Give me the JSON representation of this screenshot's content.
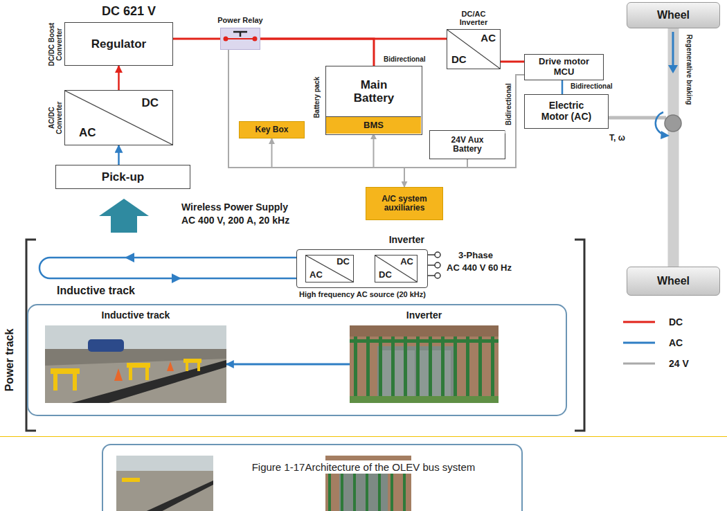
{
  "diagram": {
    "caption": "Figure 1-17Architecture of the OLEV bus system",
    "nodes": [
      {
        "text": [
          "Regulator"
        ]
      },
      {
        "text": [
          "Power Relay"
        ]
      },
      {
        "text": [
          "DC/AC Inverter",
          "AC",
          "DC"
        ]
      },
      {
        "text": [
          "Drive motor MCU"
        ]
      },
      {
        "text": [
          "DC",
          "AC"
        ]
      },
      {
        "text": [
          "Main Battery"
        ]
      },
      {
        "text": [
          "BMS"
        ],
        "in": 5
      },
      {
        "text": [
          "Electric Motor (AC)"
        ]
      },
      {
        "text": [
          "Key Box"
        ]
      },
      {
        "text": [
          "24V Aux Battery"
        ]
      },
      {
        "text": [
          "Pick-up"
        ]
      },
      {
        "text": [
          "A/C system auxiliaries"
        ]
      },
      {
        "text": [
          "Wheel"
        ]
      },
      {
        "text": [
          "Wheel"
        ]
      },
      {
        "text": [
          "Inverter"
        ]
      },
      {
        "text": [
          "DC",
          "AC"
        ],
        "in": 14
      },
      {
        "text": [
          "AC",
          "DC"
        ],
        "in": 14
      },
      {
        "text": [
          "Inductive track"
        ]
      },
      {
        "text": [
          "Inverter"
        ]
      }
    ],
    "edges": [
      {
        "from": 10,
        "to": 4,
        "arrow": "to"
      },
      {
        "from": 4,
        "to": 0,
        "arrow": "to"
      },
      {
        "from": 0,
        "to": 1,
        "arrow": "none"
      },
      {
        "from": 1,
        "to": 5,
        "arrow": "none"
      },
      {
        "from": 1,
        "to": 2,
        "arrow": "none",
        "label": "Bidirectional"
      },
      {
        "from": 2,
        "to": 3,
        "arrow": "none"
      },
      {
        "from": 3,
        "to": 7,
        "arrow": "none",
        "label": "Bidirectional"
      },
      {
        "from": 9,
        "to": 8,
        "arrow": "to"
      },
      {
        "from": 9,
        "to": 6,
        "arrow": "to"
      },
      {
        "from": 9,
        "to": 11,
        "arrow": "to"
      },
      {
        "from": 9,
        "to": 1,
        "arrow": "none"
      },
      {
        "from": 9,
        "to": 3,
        "arrow": "none",
        "label": "Bidirectional"
      },
      {
        "from": 12,
        "to": 13,
        "arrow": "none"
      },
      {
        "from": 16,
        "to": 15,
        "arrow": "to"
      },
      {
        "from": 18,
        "to": 17,
        "arrow": "to"
      }
    ],
    "labels": [
      "DC 621 V",
      "DC/DC Boost Converter",
      "AC/DC Converter",
      "Battery pack",
      "T, ω",
      "Regenerative braking",
      "Wireless Power Supply",
      "AC 400 V, 200 A, 20 kHz",
      "Inductive track",
      "High frequency AC source (20 kHz)",
      "3-Phase",
      "AC 440 V 60 Hz",
      "Power track"
    ],
    "legend": [
      {
        "text": "DC",
        "color": "#e2231a"
      },
      {
        "text": "AC",
        "color": "#2f7ec4"
      },
      {
        "text": "24 V",
        "color": "#a9a9a9"
      }
    ]
  }
}
